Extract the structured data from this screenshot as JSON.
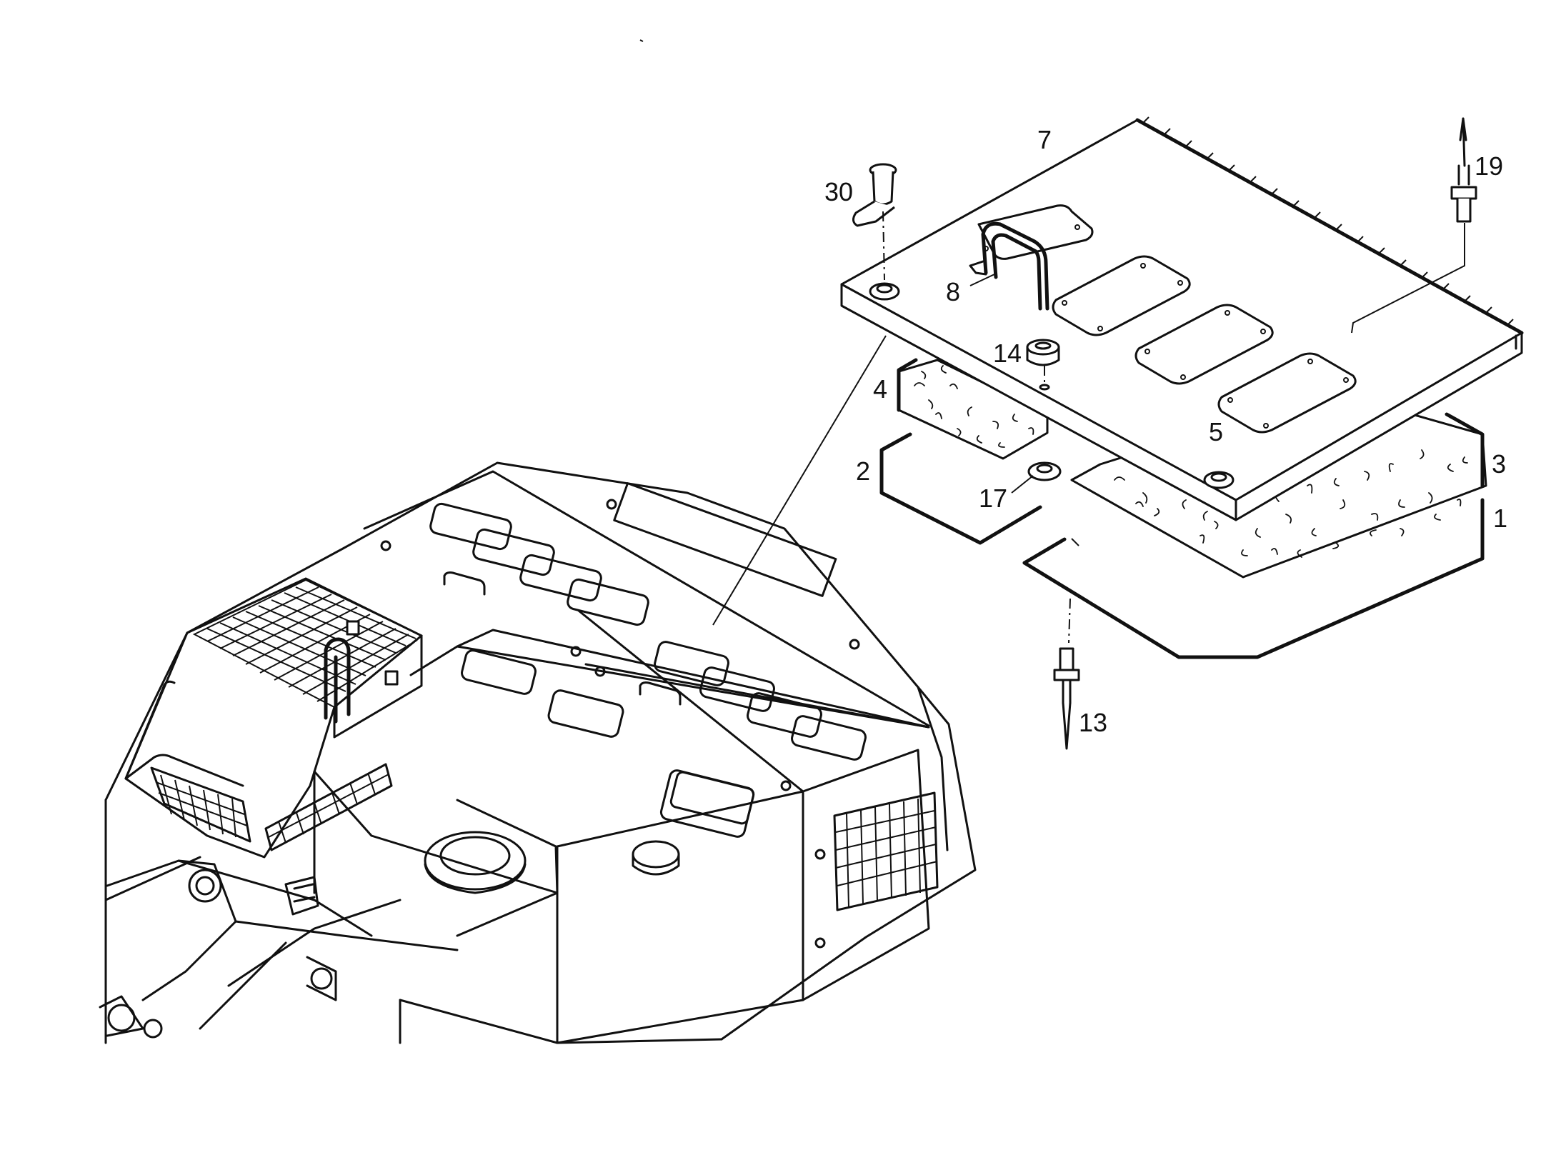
{
  "diagram": {
    "callouts": [
      {
        "id": "c7",
        "label": "7"
      },
      {
        "id": "c19",
        "label": "19"
      },
      {
        "id": "c30",
        "label": "30"
      },
      {
        "id": "c8",
        "label": "8"
      },
      {
        "id": "c14",
        "label": "14"
      },
      {
        "id": "c4",
        "label": "4"
      },
      {
        "id": "c5",
        "label": "5"
      },
      {
        "id": "c2",
        "label": "2"
      },
      {
        "id": "c17",
        "label": "17"
      },
      {
        "id": "c3",
        "label": "3"
      },
      {
        "id": "c1",
        "label": "1"
      },
      {
        "id": "c13",
        "label": "13"
      }
    ]
  }
}
